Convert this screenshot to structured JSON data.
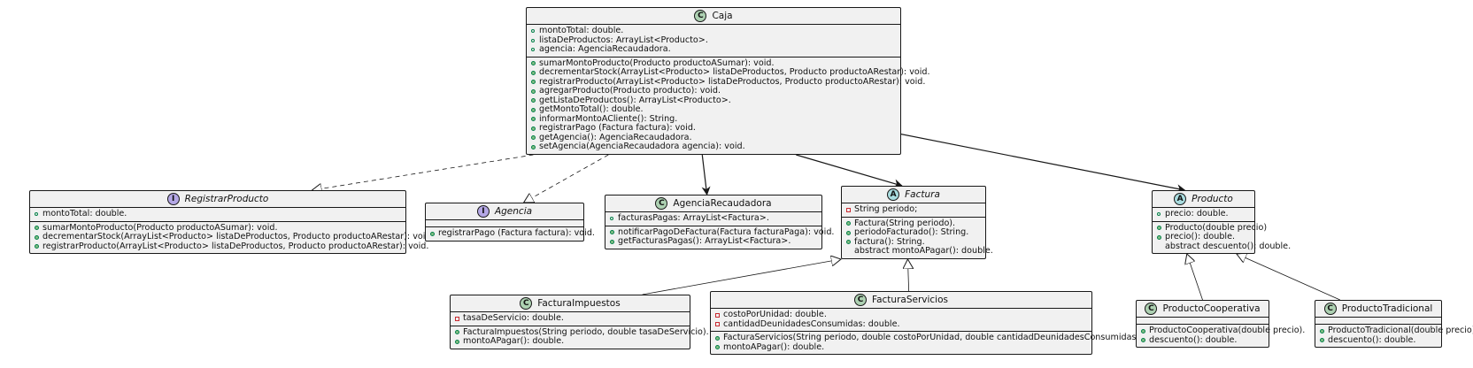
{
  "classes": [
    {
      "key": "caja",
      "type": "C",
      "name": "Caja",
      "italic": false,
      "fields": [
        {
          "vis": "pub",
          "text": "montoTotal: double."
        },
        {
          "vis": "pub",
          "text": "listaDeProductos: ArrayList<Producto>."
        },
        {
          "vis": "pub",
          "text": "agencia: AgenciaRecaudadora."
        }
      ],
      "methods": [
        {
          "vis": "pubm",
          "text": "sumarMontoProducto(Producto productoASumar): void."
        },
        {
          "vis": "pubm",
          "text": "decrementarStock(ArrayList<Producto> listaDeProductos, Producto productoARestar): void."
        },
        {
          "vis": "pubm",
          "text": "registrarProducto(ArrayList<Producto> listaDeProductos, Producto productoARestar): void."
        },
        {
          "vis": "pubm",
          "text": "agregarProducto(Producto producto): void."
        },
        {
          "vis": "pubm",
          "text": "getListaDeProductos(): ArrayList<Producto>."
        },
        {
          "vis": "pubm",
          "text": "getMontoTotal(): double."
        },
        {
          "vis": "pubm",
          "text": "informarMontoACliente(): String."
        },
        {
          "vis": "pubm",
          "text": "registrarPago (Factura factura): void."
        },
        {
          "vis": "pubm",
          "text": "getAgencia(): AgenciaRecaudadora."
        },
        {
          "vis": "pubm",
          "text": "setAgencia(AgenciaRecaudadora agencia): void."
        }
      ]
    },
    {
      "key": "registrarproducto",
      "type": "I",
      "name": "RegistrarProducto",
      "italic": true,
      "fields": [
        {
          "vis": "pub",
          "text": "montoTotal: double."
        }
      ],
      "methods": [
        {
          "vis": "pubm",
          "text": "sumarMontoProducto(Producto productoASumar): void."
        },
        {
          "vis": "pubm",
          "text": "decrementarStock(ArrayList<Producto> listaDeProductos, Producto productoARestar): void."
        },
        {
          "vis": "pubm",
          "text": "registrarProducto(ArrayList<Producto> listaDeProductos, Producto productoARestar): void."
        }
      ]
    },
    {
      "key": "agencia",
      "type": "I",
      "name": "Agencia",
      "italic": true,
      "fields": [],
      "methods": [
        {
          "vis": "pubm",
          "text": "registrarPago (Factura factura): void."
        }
      ]
    },
    {
      "key": "agenciarecaudadora",
      "type": "C",
      "name": "AgenciaRecaudadora",
      "italic": false,
      "fields": [
        {
          "vis": "pub",
          "text": "facturasPagas: ArrayList<Factura>."
        }
      ],
      "methods": [
        {
          "vis": "pubm",
          "text": "notificarPagoDeFactura(Factura facturaPaga): void."
        },
        {
          "vis": "pubm",
          "text": "getFacturasPagas(): ArrayList<Factura>."
        }
      ]
    },
    {
      "key": "factura",
      "type": "A",
      "name": "Factura",
      "italic": true,
      "fields": [
        {
          "vis": "priv",
          "text": "String periodo;"
        }
      ],
      "methods": [
        {
          "vis": "pubm",
          "text": "Factura(String periodo)."
        },
        {
          "vis": "pubm",
          "text": "periodoFacturado(): String."
        },
        {
          "vis": "pubm",
          "text": "factura(): String."
        },
        {
          "vis": "none",
          "text": "abstract  montoAPagar(): double."
        }
      ]
    },
    {
      "key": "producto",
      "type": "A",
      "name": "Producto",
      "italic": true,
      "fields": [
        {
          "vis": "pub",
          "text": "precio: double."
        }
      ],
      "methods": [
        {
          "vis": "pubm",
          "text": "Producto(double precio)"
        },
        {
          "vis": "pubm",
          "text": "precio(): double."
        },
        {
          "vis": "none",
          "text": "abstract descuento(): double."
        }
      ]
    },
    {
      "key": "facturaimpuestos",
      "type": "C",
      "name": "FacturaImpuestos",
      "italic": false,
      "fields": [
        {
          "vis": "priv",
          "text": "tasaDeServicio: double."
        }
      ],
      "methods": [
        {
          "vis": "pubm",
          "text": "FacturaImpuestos(String periodo, double tasaDeServicio)."
        },
        {
          "vis": "pubm",
          "text": "montoAPagar(): double."
        }
      ]
    },
    {
      "key": "facturaservicios",
      "type": "C",
      "name": "FacturaServicios",
      "italic": false,
      "fields": [
        {
          "vis": "priv",
          "text": "costoPorUnidad: double."
        },
        {
          "vis": "priv",
          "text": "cantidadDeunidadesConsumidas: double."
        }
      ],
      "methods": [
        {
          "vis": "pubm",
          "text": "FacturaServicios(String periodo, double costoPorUnidad, double cantidadDeunidadesConsumidas) {"
        },
        {
          "vis": "pubm",
          "text": "montoAPagar(): double."
        }
      ]
    },
    {
      "key": "productocooperativa",
      "type": "C",
      "name": "ProductoCooperativa",
      "italic": false,
      "fields": [],
      "methods": [
        {
          "vis": "pubm",
          "text": "ProductoCooperativa(double precio)."
        },
        {
          "vis": "pubm",
          "text": "descuento(): double."
        }
      ]
    },
    {
      "key": "productotradicional",
      "type": "C",
      "name": "ProductoTradicional",
      "italic": false,
      "fields": [],
      "methods": [
        {
          "vis": "pubm",
          "text": "ProductoTradicional(double precio)."
        },
        {
          "vis": "pubm",
          "text": "descuento(): double."
        }
      ]
    }
  ],
  "relations": [
    {
      "from": "caja",
      "to": "registrarproducto",
      "kind": "realization"
    },
    {
      "from": "caja",
      "to": "agencia",
      "kind": "realization"
    },
    {
      "from": "caja",
      "to": "agenciarecaudadora",
      "kind": "association"
    },
    {
      "from": "caja",
      "to": "factura",
      "kind": "association"
    },
    {
      "from": "caja",
      "to": "producto",
      "kind": "association"
    },
    {
      "from": "facturaimpuestos",
      "to": "factura",
      "kind": "inheritance"
    },
    {
      "from": "facturaservicios",
      "to": "factura",
      "kind": "inheritance"
    },
    {
      "from": "productocooperativa",
      "to": "producto",
      "kind": "inheritance"
    },
    {
      "from": "productotradicional",
      "to": "producto",
      "kind": "inheritance"
    }
  ],
  "colors": {
    "box_bg": "#f1f1f1",
    "border": "#181818",
    "class_badge": "#add1b2",
    "interface_badge": "#b4a7e5",
    "abstract_badge": "#a9dcdf",
    "public_green": "#038048",
    "private_red": "#c82930"
  }
}
